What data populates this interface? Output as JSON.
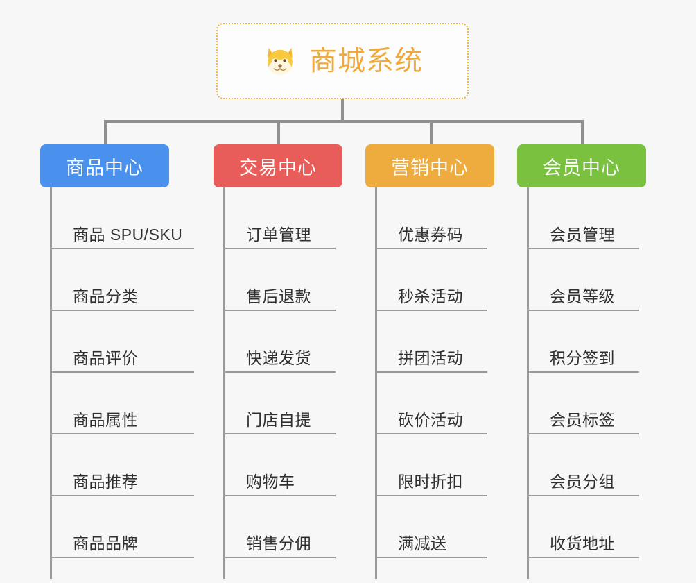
{
  "diagram": {
    "type": "organization-tree",
    "background_color": "#f7f7f7",
    "connector_color": "#909090",
    "root": {
      "title": "商城系统",
      "icon": "shiba-dog-face-icon",
      "text_color": "#efaa3a",
      "border_color": "#f3b53f",
      "border_style": "dotted",
      "background_color": "#fdfdfd"
    },
    "branches": [
      {
        "title": "商品中心",
        "color": "#4a90ed",
        "items": [
          "商品 SPU/SKU",
          "商品分类",
          "商品评价",
          "商品属性",
          "商品推荐",
          "商品品牌"
        ]
      },
      {
        "title": "交易中心",
        "color": "#e85d5a",
        "items": [
          "订单管理",
          "售后退款",
          "快递发货",
          "门店自提",
          "购物车",
          "销售分佣"
        ]
      },
      {
        "title": "营销中心",
        "color": "#eeab3e",
        "items": [
          "优惠券码",
          "秒杀活动",
          "拼团活动",
          "砍价活动",
          "限时折扣",
          "满减送"
        ]
      },
      {
        "title": "会员中心",
        "color": "#79c13e",
        "items": [
          "会员管理",
          "会员等级",
          "积分签到",
          "会员标签",
          "会员分组",
          "收货地址"
        ]
      }
    ]
  }
}
